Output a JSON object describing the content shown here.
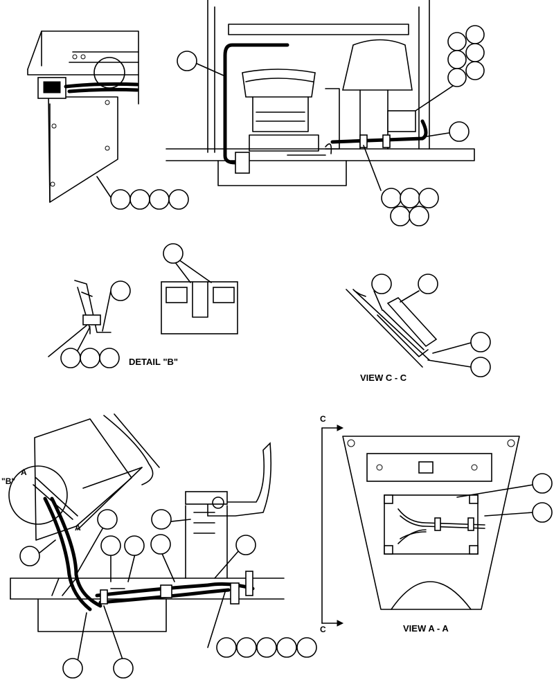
{
  "captions": {
    "detail_b": "DETAIL \"B\"",
    "view_cc": "VIEW C - C",
    "view_aa": "VIEW A - A"
  },
  "section_labels": {
    "b_marker": "\"B\"",
    "a_upper": "A",
    "a_lower": "A",
    "c_upper": "C",
    "c_lower": "C"
  }
}
